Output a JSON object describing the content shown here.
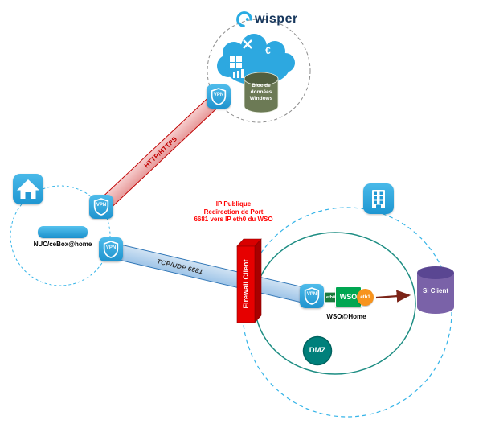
{
  "logo": {
    "text": "wisper"
  },
  "vpn_label": "VPN",
  "cloud": {
    "euro_symbol": "€",
    "database": {
      "line1": "Bloc de",
      "line2": "données",
      "line3": "Windows"
    }
  },
  "home": {
    "device_label": "NUC/ceBox@home"
  },
  "links": {
    "vpn_tunnel_label": "HTTP/HTTPS",
    "lan_link_label": "TCP/UDP 6681"
  },
  "firewall": {
    "label": "Firewall Client"
  },
  "annotation": {
    "line1": "IP Publique",
    "line2": "Redirection de Port",
    "line3": "6681 vers IP eth0 du WSO"
  },
  "wso": {
    "eth0_label": "eth0",
    "name": "WSO",
    "eth1_label": "eth1",
    "caption": "WSO@Home"
  },
  "si_client": {
    "label": "Si Client"
  },
  "dmz": {
    "label": "DMZ"
  },
  "colors": {
    "icon_blue": "#2da8e0",
    "pipe_red_border": "#c00000",
    "pipe_blue_border": "#2e75b6",
    "firewall_red": "#e60000",
    "teal_ring": "#1d8d83",
    "dmz_fill": "#00807b",
    "wso_green": "#00a651",
    "eth1_orange": "#f7941e",
    "si_purple": "#7a62a8",
    "db_olive": "#6c7a55",
    "annotation_red": "#ff0000"
  }
}
